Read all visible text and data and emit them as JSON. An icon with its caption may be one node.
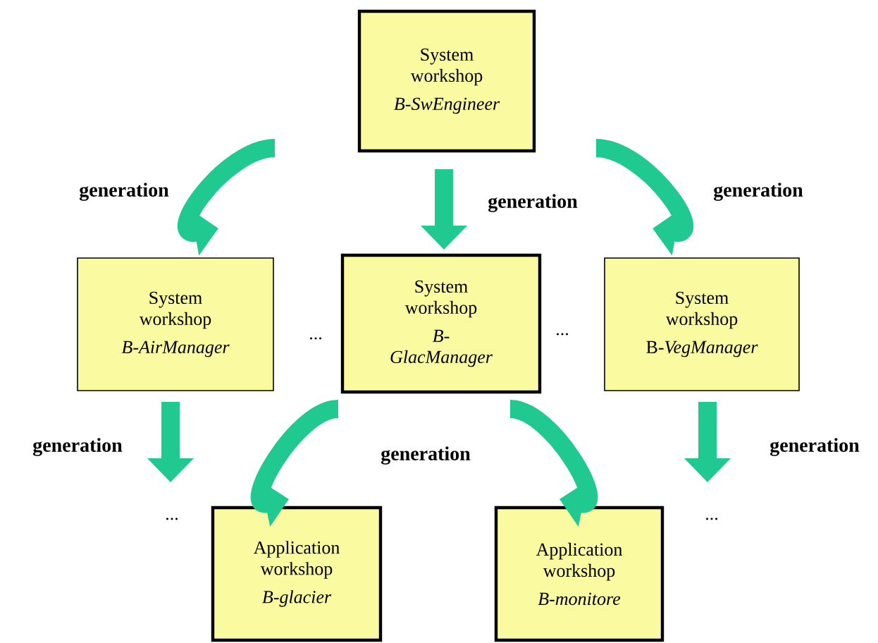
{
  "diagram": {
    "nodes": [
      {
        "text": [
          "System workshop",
          "B-SwEngineer"
        ]
      },
      {
        "text": [
          "System workshop",
          "B-AirManager"
        ]
      },
      {
        "text": [
          "System workshop",
          "B-GlacManager"
        ]
      },
      {
        "text": [
          "System workshop",
          "B-*VegManager*"
        ]
      },
      {
        "text": [
          "Application workshop",
          "B-glacier"
        ]
      },
      {
        "text": [
          "Application workshop",
          "B-monitore"
        ]
      }
    ],
    "edges": [
      {
        "from": 0,
        "to": 1,
        "arrow": "to",
        "label": "generation"
      },
      {
        "from": 0,
        "to": 2,
        "arrow": "to",
        "label": "generation"
      },
      {
        "from": 0,
        "to": 3,
        "arrow": "to",
        "label": "generation"
      },
      {
        "from": 1,
        "to": null,
        "arrow": "to",
        "label": "generation"
      },
      {
        "from": 2,
        "to": 4,
        "arrow": "to",
        "label": "generation"
      },
      {
        "from": 2,
        "to": 5,
        "arrow": "to"
      },
      {
        "from": 3,
        "to": null,
        "arrow": "to",
        "label": "generation"
      }
    ],
    "labels": [
      "...",
      "...",
      "...",
      "..."
    ]
  }
}
